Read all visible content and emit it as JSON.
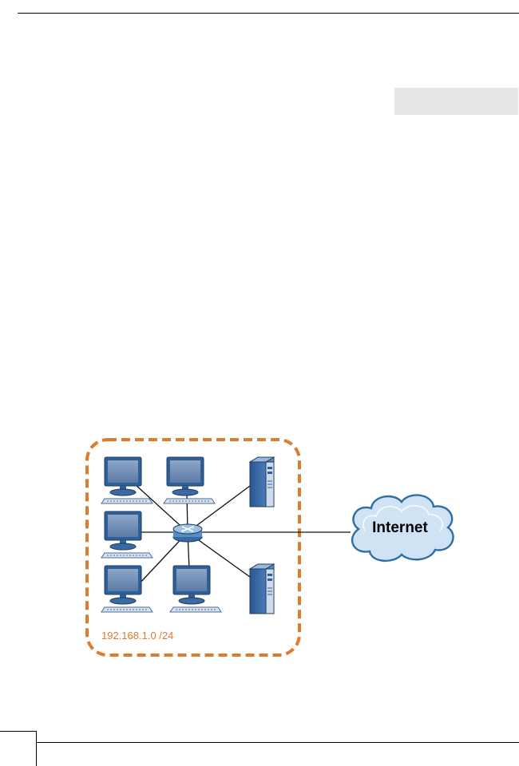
{
  "diagram": {
    "lan_subnet_label": "192.168.1.0 /24",
    "cloud_label": "Internet",
    "colors": {
      "lan_boundary": "#e07a2c",
      "cloud_fill": "#cfe3f5",
      "cloud_stroke": "#2e6ea6",
      "computer_body": "#2f5f99",
      "router": "#5a8cc4"
    },
    "nodes": [
      {
        "name": "desktop-computer-1",
        "icon": "desktop-computer-icon"
      },
      {
        "name": "desktop-computer-2",
        "icon": "desktop-computer-icon"
      },
      {
        "name": "desktop-computer-3",
        "icon": "desktop-computer-icon"
      },
      {
        "name": "desktop-computer-4",
        "icon": "desktop-computer-icon"
      },
      {
        "name": "desktop-computer-5",
        "icon": "desktop-computer-icon"
      },
      {
        "name": "server-1",
        "icon": "server-tower-icon"
      },
      {
        "name": "server-2",
        "icon": "server-tower-icon"
      },
      {
        "name": "router",
        "icon": "router-icon"
      },
      {
        "name": "internet",
        "icon": "cloud-icon"
      }
    ]
  },
  "footer": {
    "page_number": ""
  }
}
